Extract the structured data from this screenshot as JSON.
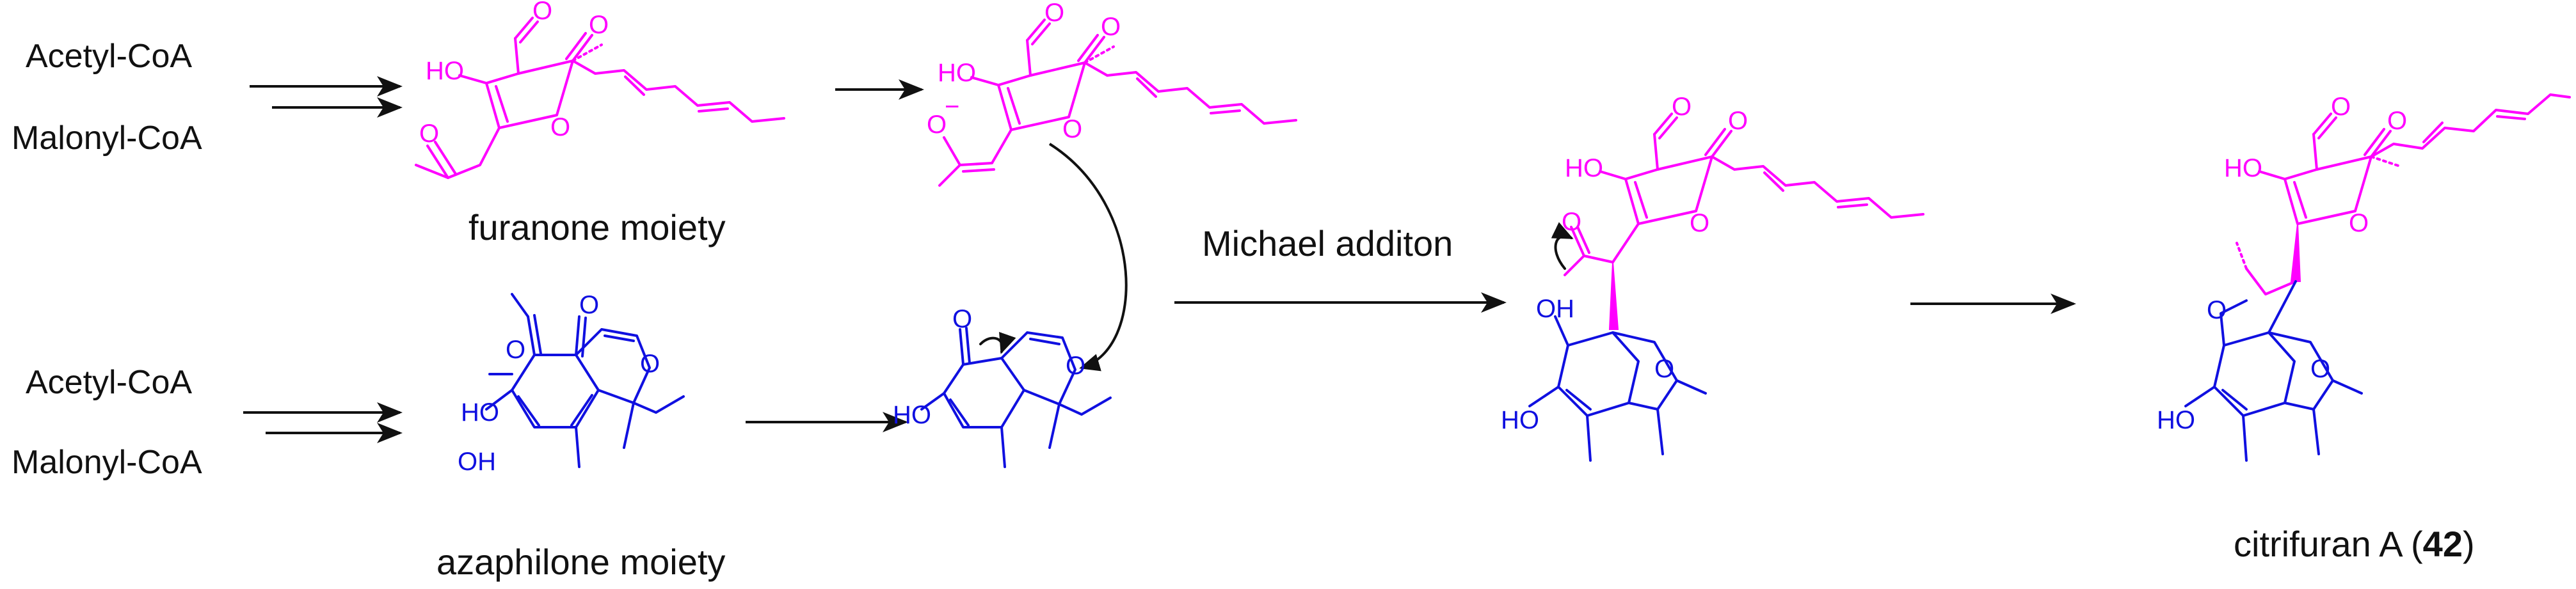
{
  "precursors": {
    "top": [
      "Acetyl-CoA",
      "Malonyl-CoA"
    ],
    "bottom": [
      "Acetyl-CoA",
      "Malonyl-CoA"
    ]
  },
  "captions": {
    "furanone": "furanone moiety",
    "azaphilone": "azaphilone moiety",
    "step": "Michael additon",
    "product_name": "citrifuran A (",
    "product_number": "42",
    "product_close": ")"
  },
  "atoms": {
    "ho": "HO",
    "oh": "OH",
    "o": "O",
    "o_minus": "O",
    "minus": "−"
  },
  "colors": {
    "furanone": "#ff00ff",
    "azaphilone": "#1010e0",
    "arrows": "#111111"
  }
}
